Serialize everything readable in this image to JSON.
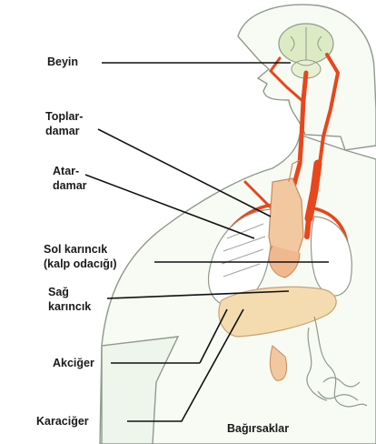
{
  "labels": {
    "brain": "Beyin",
    "veins_line1": "Toplar-",
    "veins_line2": "damar",
    "arteries_line1": "Atar-",
    "arteries_line2": "damar",
    "left_ventricle_line1": "Sol karıncık",
    "left_ventricle_line2": "(kalp odacığı)",
    "right_ventricle_line1": "Sağ",
    "right_ventricle_line2": "karıncık",
    "lung": "Akciğer",
    "liver": "Karaciğer",
    "intestines": "Bağırsaklar"
  },
  "colors": {
    "background": "#ffffff",
    "body_fill": "#f7fbf4",
    "outline": "#8e9a8c",
    "artery": "#e8461c",
    "organ": "#f2c8a0",
    "brain": "#dcebc4",
    "liver": "#f4dcb0",
    "leader_line": "#111111"
  }
}
